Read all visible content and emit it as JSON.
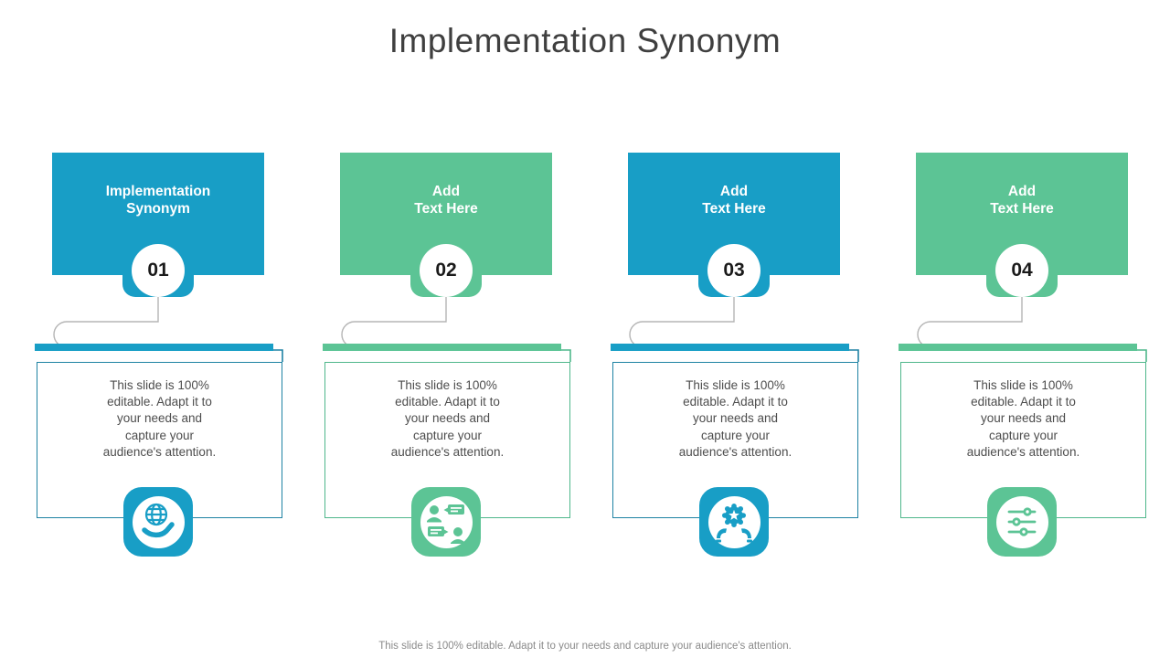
{
  "slide": {
    "title": "Implementation Synonym",
    "footer": "This slide is 100% editable. Adapt it to your needs and capture your audience's attention.",
    "body_text": "This slide is 100%\neditable. Adapt it to\nyour needs and\ncapture your\naudience's attention."
  },
  "colors": {
    "blue": "#189EC6",
    "green": "#5CC495",
    "blue_outline": "#1E82A3",
    "green_outline": "#4FB78B",
    "title": "#3F3F3F",
    "body": "#4D4D4D",
    "footer": "#8A8A8A",
    "number": "#1A1A1A",
    "connector": "#B5B5B5"
  },
  "columns": [
    {
      "label": "Implementation\nSynonym",
      "number": "01",
      "theme": "blue",
      "icon": "globe-in-hand-icon"
    },
    {
      "label": "Add\nText Here",
      "number": "02",
      "theme": "green",
      "icon": "people-conversation-icon"
    },
    {
      "label": "Add\nText Here",
      "number": "03",
      "theme": "blue",
      "icon": "gear-star-hands-icon"
    },
    {
      "label": "Add\nText Here",
      "number": "04",
      "theme": "green",
      "icon": "sliders-icon"
    }
  ]
}
